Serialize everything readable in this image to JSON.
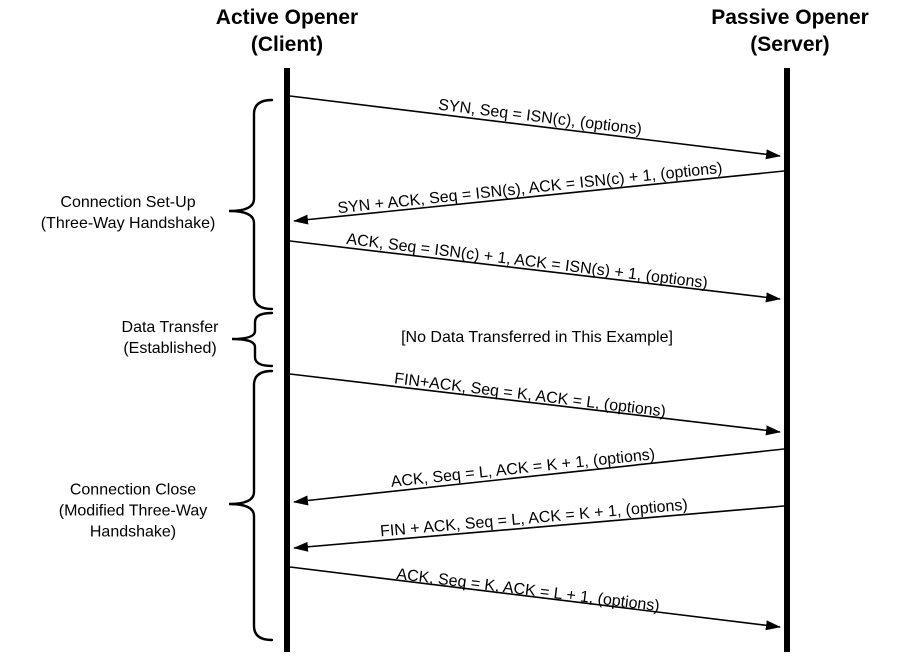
{
  "titles": {
    "client": {
      "line1": "Active Opener",
      "line2": "(Client)"
    },
    "server": {
      "line1": "Passive Opener",
      "line2": "(Server)"
    }
  },
  "phases": [
    {
      "lines": [
        "Connection Set-Up",
        "(Three-Way Handshake)"
      ]
    },
    {
      "lines": [
        "Data Transfer",
        "(Established)"
      ]
    },
    {
      "lines": [
        "Connection Close",
        "(Modified Three-Way",
        "Handshake)"
      ]
    }
  ],
  "messages": [
    {
      "text": "SYN, Seq = ISN(c), (options)",
      "from": "client",
      "to": "server"
    },
    {
      "text": "SYN + ACK, Seq = ISN(s), ACK = ISN(c) + 1, (options)",
      "from": "server",
      "to": "client"
    },
    {
      "text": "ACK, Seq = ISN(c) + 1, ACK = ISN(s) + 1, (options)",
      "from": "client",
      "to": "server"
    },
    {
      "text": "FIN+ACK, Seq = K, ACK = L, (options)",
      "from": "client",
      "to": "server"
    },
    {
      "text": "ACK, Seq = L, ACK = K + 1, (options)",
      "from": "server",
      "to": "client"
    },
    {
      "text": "FIN + ACK, Seq = L, ACK = K + 1, (options)",
      "from": "server",
      "to": "client"
    },
    {
      "text": "ACK, Seq = K, ACK = L + 1, (options)",
      "from": "client",
      "to": "server"
    }
  ],
  "note": "[No Data Transferred in This Example]",
  "colors": {
    "ink": "#000000",
    "background": "#ffffff"
  }
}
